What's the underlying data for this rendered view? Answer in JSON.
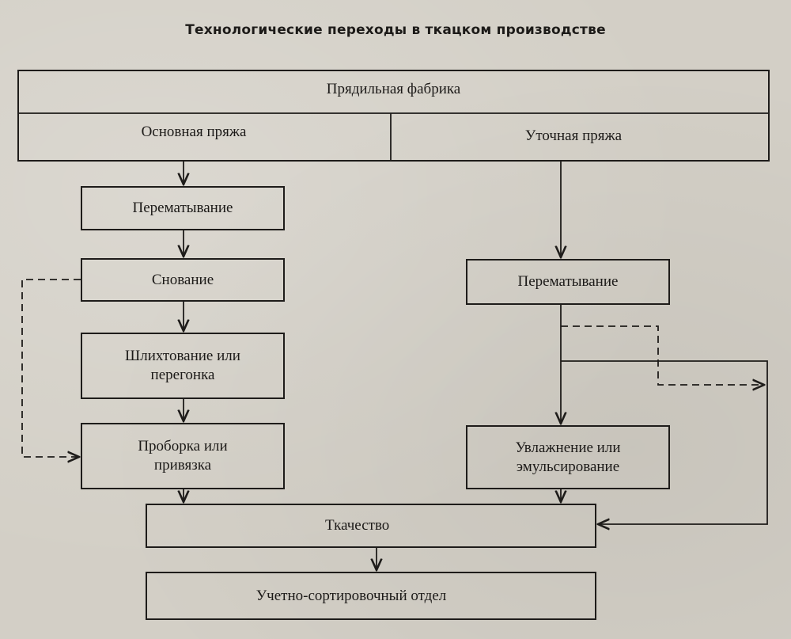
{
  "title": "Технологические переходы в ткацком производстве",
  "spinning_mill": {
    "label": "Прядильная фабрика",
    "warp_yarn": "Основная пряжа",
    "weft_yarn": "Уточная пряжа"
  },
  "warp_steps": {
    "rewinding": "Перематывание",
    "warping": "Снование",
    "sizing": "Шлихтование или перегонка",
    "drawing_in": "Проборка или привязка"
  },
  "weft_steps": {
    "rewinding": "Перематывание",
    "moistening": "Увлажнение или эмульсирование"
  },
  "weaving": "Ткачество",
  "sorting": "Учетно-сортировочный отдел"
}
